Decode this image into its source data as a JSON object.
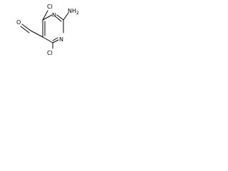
{
  "molecule": {
    "labels": {
      "cl_top": "Cl",
      "cl_bottom": "Cl",
      "n_top": "N",
      "n_bottom": "N",
      "amino": "NH",
      "amino_subscript": "2",
      "oxygen": "O"
    }
  }
}
